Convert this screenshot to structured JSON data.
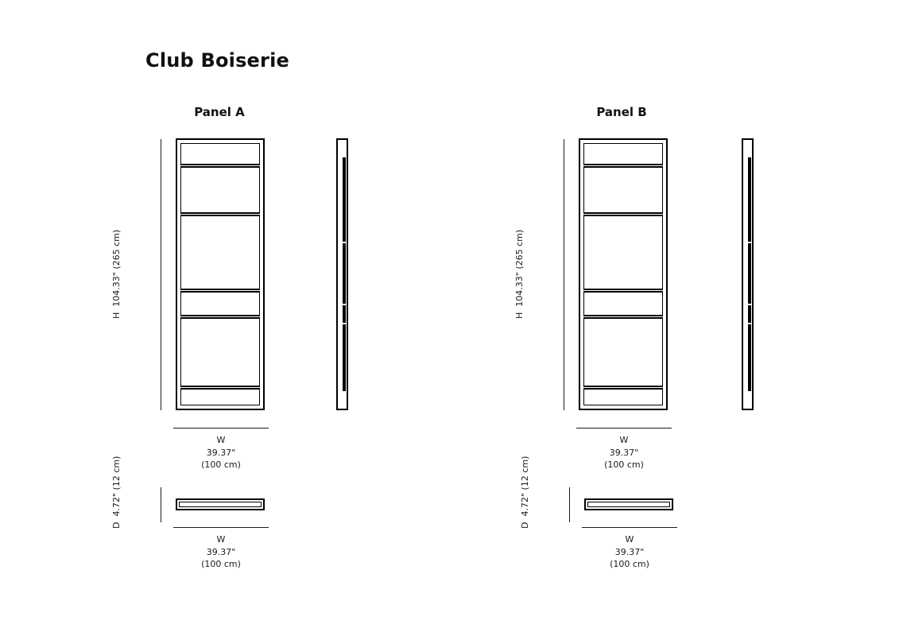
{
  "document": {
    "title": "Club Boiserie"
  },
  "dimensions": {
    "height": {
      "symbol": "H",
      "imperial": "104.33\"",
      "metric": "(265 cm)"
    },
    "width": {
      "symbol": "W",
      "imperial": "39.37\"",
      "metric": "(100 cm)"
    },
    "depth": {
      "symbol": "D",
      "imperial": "4.72\"",
      "metric": "(12 cm)"
    }
  },
  "panels": [
    {
      "caption": "Panel A",
      "front_view": {
        "shelf_positions_pct": [
          8.8,
          27.0,
          55.2,
          65.2,
          91.5
        ]
      },
      "side_view": {
        "notch_positions_pct": [
          38,
          61,
          68
        ]
      },
      "height": {
        "symbol": "H",
        "imperial": "104.33\"",
        "metric": "(265 cm)"
      },
      "width": {
        "symbol": "W",
        "imperial": "39.37\"",
        "metric": "(100 cm)"
      },
      "depth": {
        "symbol": "D",
        "imperial": "4.72\"",
        "metric": "(12 cm)"
      },
      "plan_width": {
        "symbol": "W",
        "imperial": "39.37\"",
        "metric": "(100 cm)"
      }
    },
    {
      "caption": "Panel B",
      "front_view": {
        "shelf_positions_pct": [
          8.8,
          27.0,
          55.2,
          65.2,
          91.5
        ]
      },
      "side_view": {
        "notch_positions_pct": [
          38,
          61,
          68
        ]
      },
      "height": {
        "symbol": "H",
        "imperial": "104.33\"",
        "metric": "(265 cm)"
      },
      "width": {
        "symbol": "W",
        "imperial": "39.37\"",
        "metric": "(100 cm)"
      },
      "depth": {
        "symbol": "D",
        "imperial": "4.72\"",
        "metric": "(12 cm)"
      },
      "plan_width": {
        "symbol": "W",
        "imperial": "39.37\"",
        "metric": "(100 cm)"
      }
    }
  ],
  "style": {
    "line_color": "#000000",
    "text_color": "#1a1a1a",
    "background": "#ffffff"
  }
}
